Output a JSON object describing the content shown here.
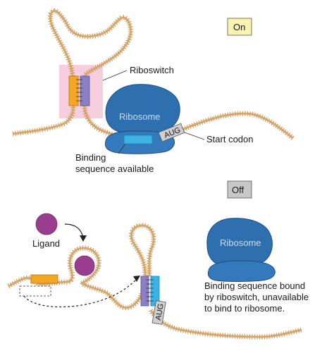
{
  "on_panel": {
    "state_label": "On",
    "riboswitch_label": "Riboswitch",
    "ribosome_label": "Ribosome",
    "aug_label": "AUG",
    "start_codon_label": "Start codon",
    "binding_label_line1": "Binding",
    "binding_label_line2": "sequence available"
  },
  "off_panel": {
    "state_label": "Off",
    "ligand_label": "Ligand",
    "ribosome_label": "Ribosome",
    "aug_label": "AUG",
    "bound_label_line1": "Binding sequence bound",
    "bound_label_line2": "by riboswitch, unavailable",
    "bound_label_line3": "to bind to ribosome."
  },
  "colors": {
    "rna_strand": "#d8a66a",
    "rna_ticks": "#c48a45",
    "riboswitch_highlight": "#f5c6d8",
    "orange_segment": "#f5a623",
    "purple_segment": "#8a7fc4",
    "binding_sequence": "#3db3e3",
    "ribosome": "#2e6fb0",
    "ligand": "#9b3d8f",
    "state_box_on": "#fbf3b0",
    "state_box_off": "#c8c8c8"
  }
}
